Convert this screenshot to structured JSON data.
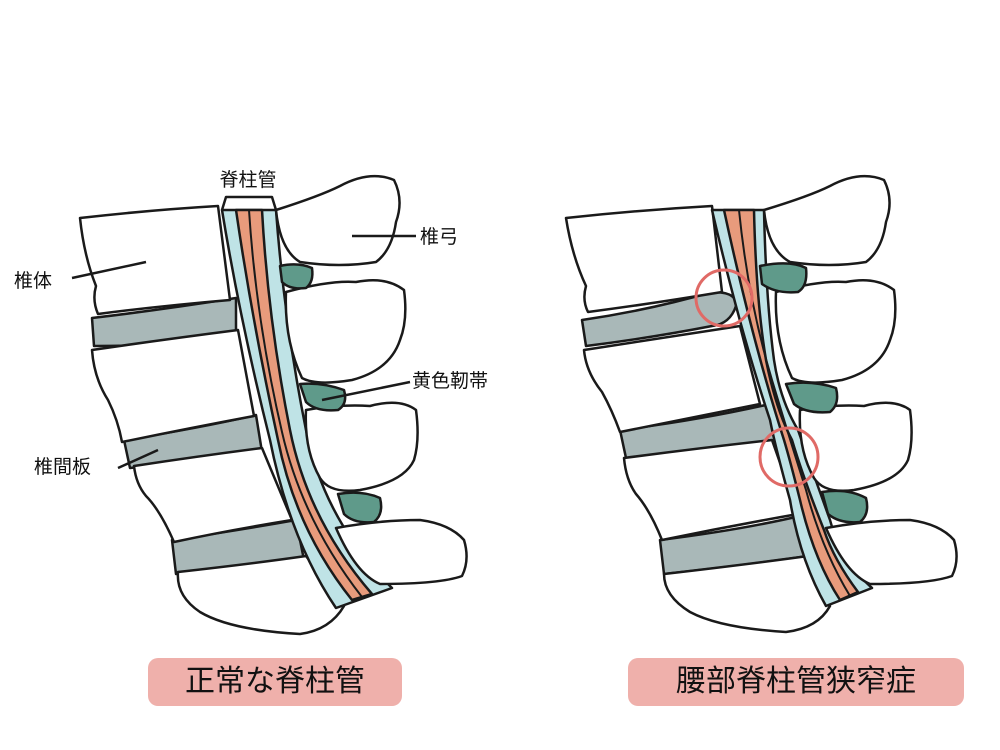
{
  "colors": {
    "bone": "#ffffff",
    "outline": "#1a1a1a",
    "disc": "#a9b8b8",
    "csf": "#bfe3e6",
    "nerve": "#e89b7c",
    "ligament": "#5f9a8a",
    "caption_bg": "#efb0ab",
    "highlight": "#e06a66"
  },
  "labels": {
    "canal": "脊柱管",
    "lamina": "椎弓",
    "body": "椎体",
    "ligamentum": "黄色靭帯",
    "disc": "椎間板"
  },
  "captions": {
    "normal": "正常な脊柱管",
    "stenosis": "腰部脊柱管狭窄症"
  }
}
